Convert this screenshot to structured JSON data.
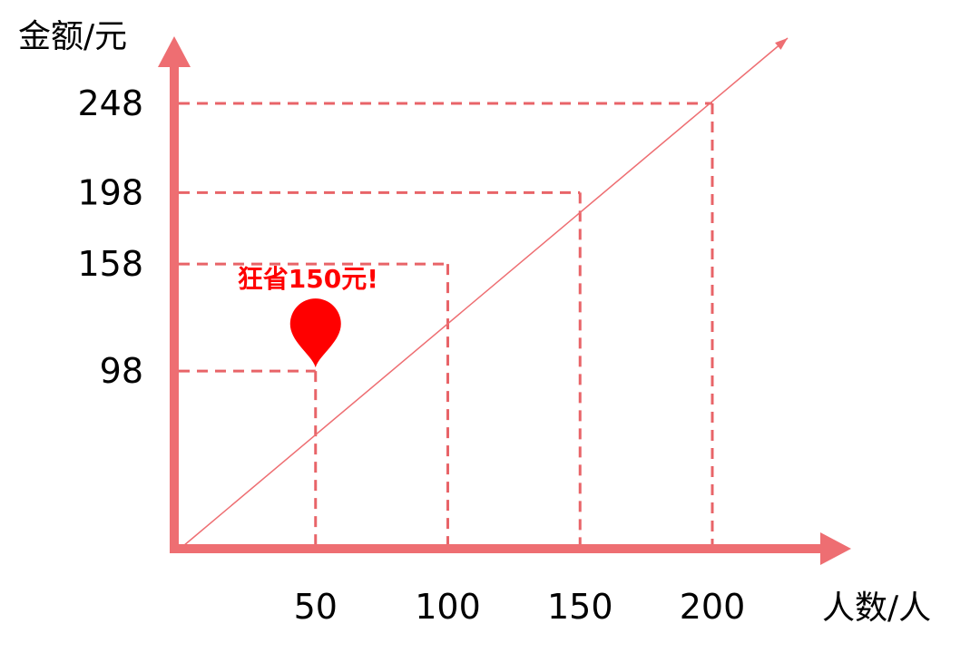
{
  "chart_data": {
    "type": "line",
    "ylabel": "金额/元",
    "xlabel": "人数/人",
    "x": [
      0,
      50,
      100,
      150,
      200
    ],
    "y": [
      0,
      98,
      158,
      198,
      248
    ],
    "xticks": [
      50,
      100,
      150,
      200
    ],
    "yticks": [
      98,
      158,
      198,
      248
    ],
    "xtick_labels": [
      "50",
      "100",
      "150",
      "200"
    ],
    "ytick_labels": [
      "98",
      "158",
      "198",
      "248"
    ],
    "annotation": {
      "text": "狂省150元!",
      "x": 50,
      "y": 98,
      "marker": "map-pin-icon"
    },
    "grid": "dashed guide lines from each point to both axes",
    "legend": "none"
  },
  "colors": {
    "axis": "#ee6e72",
    "line": "#ee6e72",
    "guide": "#e86468",
    "pin": "#ff0000",
    "callout": "#ff0000",
    "text": "#000000"
  }
}
